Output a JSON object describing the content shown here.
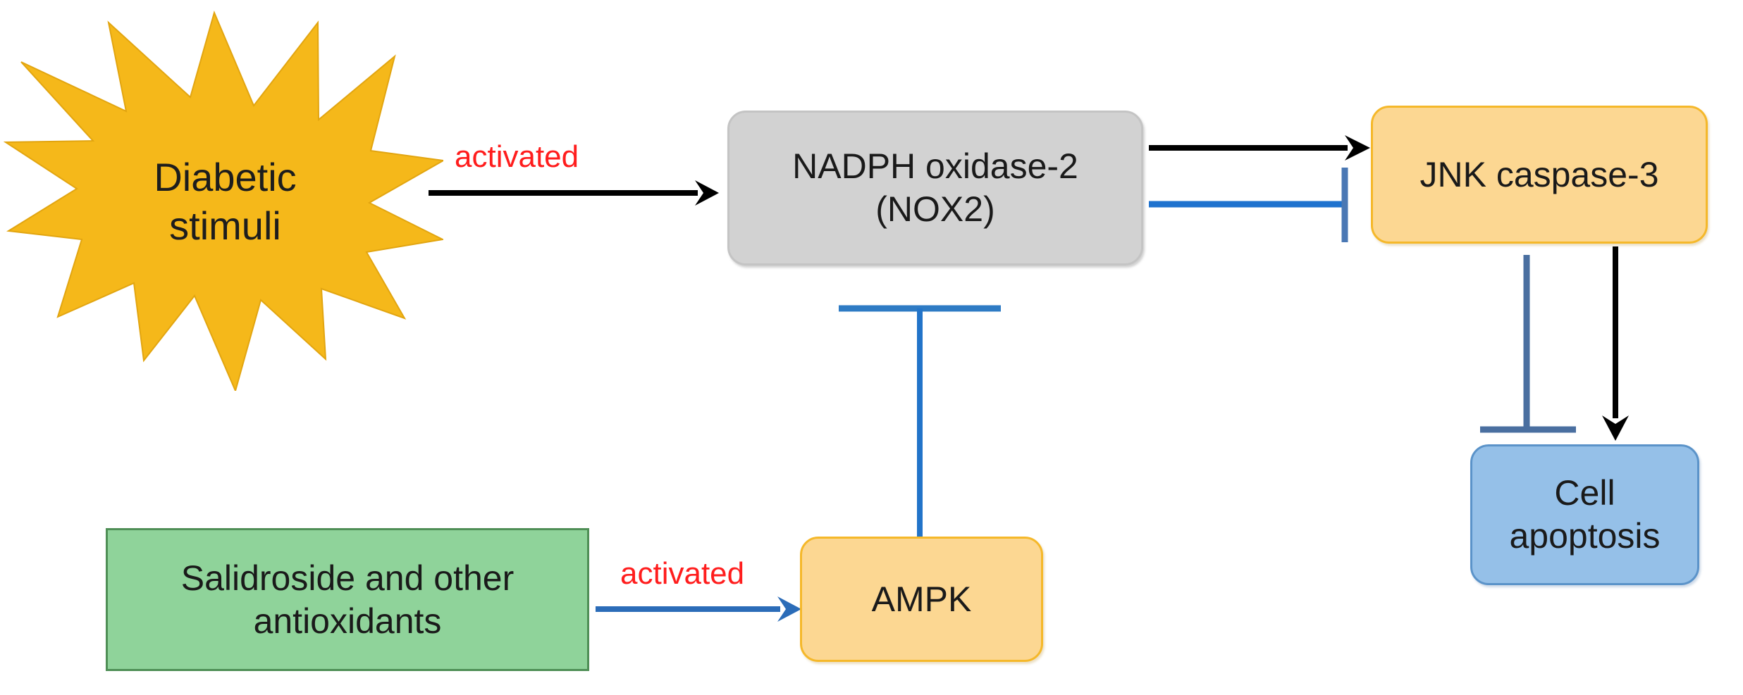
{
  "diagram": {
    "title_nodes": {
      "stimuli": {
        "line1": "Diabetic",
        "line2": "stimuli"
      },
      "nox2": {
        "line1": "NADPH oxidase-2",
        "line2": "(NOX2)"
      },
      "jnk": {
        "label": "JNK caspase-3"
      },
      "ampk": {
        "label": "AMPK"
      },
      "apoptosis": {
        "line1": "Cell",
        "line2": "apoptosis"
      },
      "salidroside": {
        "line1": "Salidroside and other",
        "line2": "antioxidants"
      }
    },
    "edges": {
      "stimuli_to_nox2": {
        "label": "activated",
        "kind": "activation-arrow",
        "color": "#000000"
      },
      "nox2_to_jnk_activate": {
        "label": "",
        "kind": "activation-arrow",
        "color": "#000000"
      },
      "nox2_to_jnk_inhibit": {
        "label": "",
        "kind": "inhibition-tbar",
        "color": "#1f72ce"
      },
      "ampk_to_nox2_inhibit": {
        "label": "",
        "kind": "inhibition-tbar",
        "color": "#2e7bc4"
      },
      "salidroside_to_ampk": {
        "label": "activated",
        "kind": "activation-arrow",
        "color": "#2b6cb8"
      },
      "jnk_to_apoptosis_activate": {
        "label": "",
        "kind": "activation-arrow",
        "color": "#000000"
      },
      "jnk_to_apoptosis_inhibit": {
        "label": "",
        "kind": "inhibition-tbar",
        "color": "#4a6fa0"
      }
    },
    "colors": {
      "starburst_fill": "#F5B81A",
      "nox2_fill": "#D2D2D2",
      "jnk_fill": "#FCD792",
      "ampk_fill": "#FCD792",
      "apoptosis_fill": "#95C0E8",
      "salidroside_fill": "#8FD39A",
      "salidroside_border": "#4F8F56",
      "activation_black": "#000000",
      "inhibition_blue": "#1F72CE",
      "label_red": "#FF1D1D"
    }
  }
}
